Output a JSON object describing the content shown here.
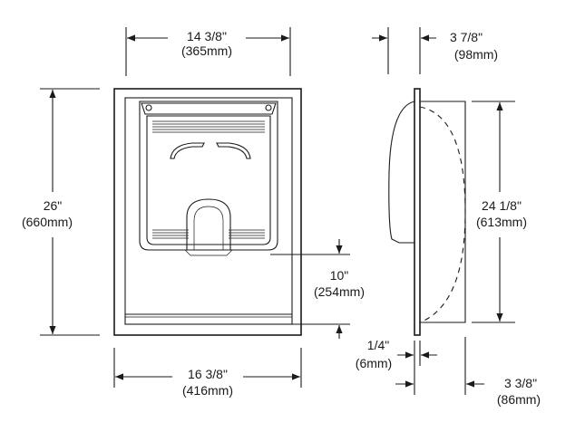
{
  "front_view": {
    "top_width": {
      "imperial": "14 3/8\"",
      "metric": "(365mm)"
    },
    "height": {
      "imperial": "26\"",
      "metric": "(660mm)"
    },
    "bottom_width": {
      "imperial": "16 3/8\"",
      "metric": "(416mm)"
    },
    "outlet_height": {
      "imperial": "10\"",
      "metric": "(254mm)"
    }
  },
  "side_view": {
    "depth_top": {
      "imperial": "3 7/8\"",
      "metric": "(98mm)"
    },
    "height": {
      "imperial": "24 1/8\"",
      "metric": "(613mm)"
    },
    "flange": {
      "imperial": "1/4\"",
      "metric": "(6mm)"
    },
    "recess_depth": {
      "imperial": "3 3/8\"",
      "metric": "(86mm)"
    }
  }
}
